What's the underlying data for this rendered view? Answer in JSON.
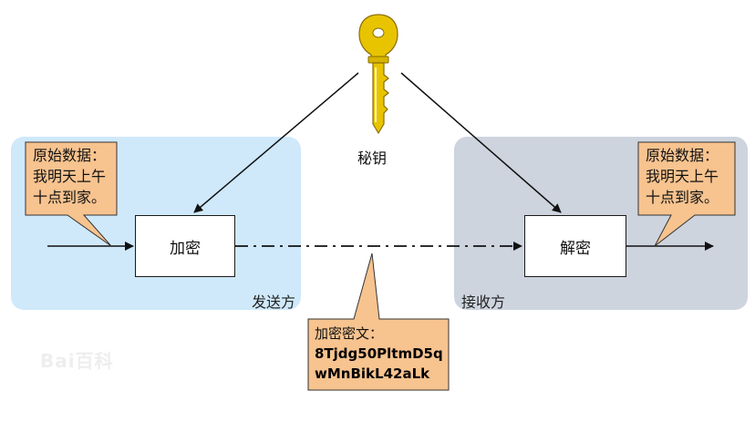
{
  "colors": {
    "sender_region": "#cfe9fb",
    "receiver_region": "#cdd4de",
    "callout_fill": "#f7c38f",
    "key_gold": "#e8c400",
    "line": "#111111"
  },
  "key": {
    "icon": "key-icon",
    "label": "秘钥"
  },
  "sender": {
    "label": "发送方",
    "callout_lines": [
      "原始数据：",
      "我明天上午",
      "十点到家。"
    ],
    "box_label": "加密"
  },
  "receiver": {
    "label": "接收方",
    "callout_lines": [
      "原始数据：",
      "我明天上午",
      "十点到家。"
    ],
    "box_label": "解密"
  },
  "ciphertext": {
    "title": "加密密文：",
    "lines": [
      "8Tjdg50PltmD5q",
      "wMnBikL42aLk"
    ]
  },
  "watermark": "Bai百科"
}
